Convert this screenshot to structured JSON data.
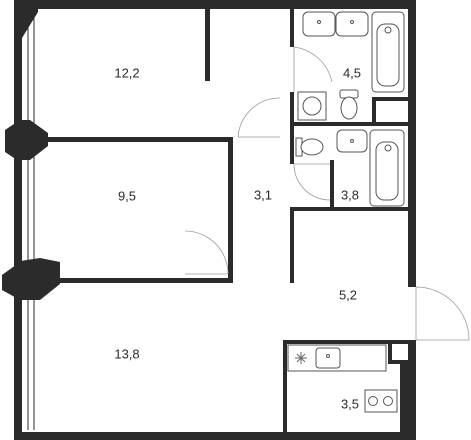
{
  "rooms": [
    {
      "id": "living-room",
      "area": "12,2"
    },
    {
      "id": "bathroom-1",
      "area": "4,5"
    },
    {
      "id": "bedroom",
      "area": "9,5"
    },
    {
      "id": "hallway",
      "area": "3,1"
    },
    {
      "id": "bathroom-2",
      "area": "3,8"
    },
    {
      "id": "corridor",
      "area": "5,2"
    },
    {
      "id": "master-room",
      "area": "13,8"
    },
    {
      "id": "kitchen",
      "area": "3,5"
    }
  ],
  "colors": {
    "wall": "#2b2b2b",
    "background": "#ffffff",
    "door": "#9a9a9a"
  }
}
